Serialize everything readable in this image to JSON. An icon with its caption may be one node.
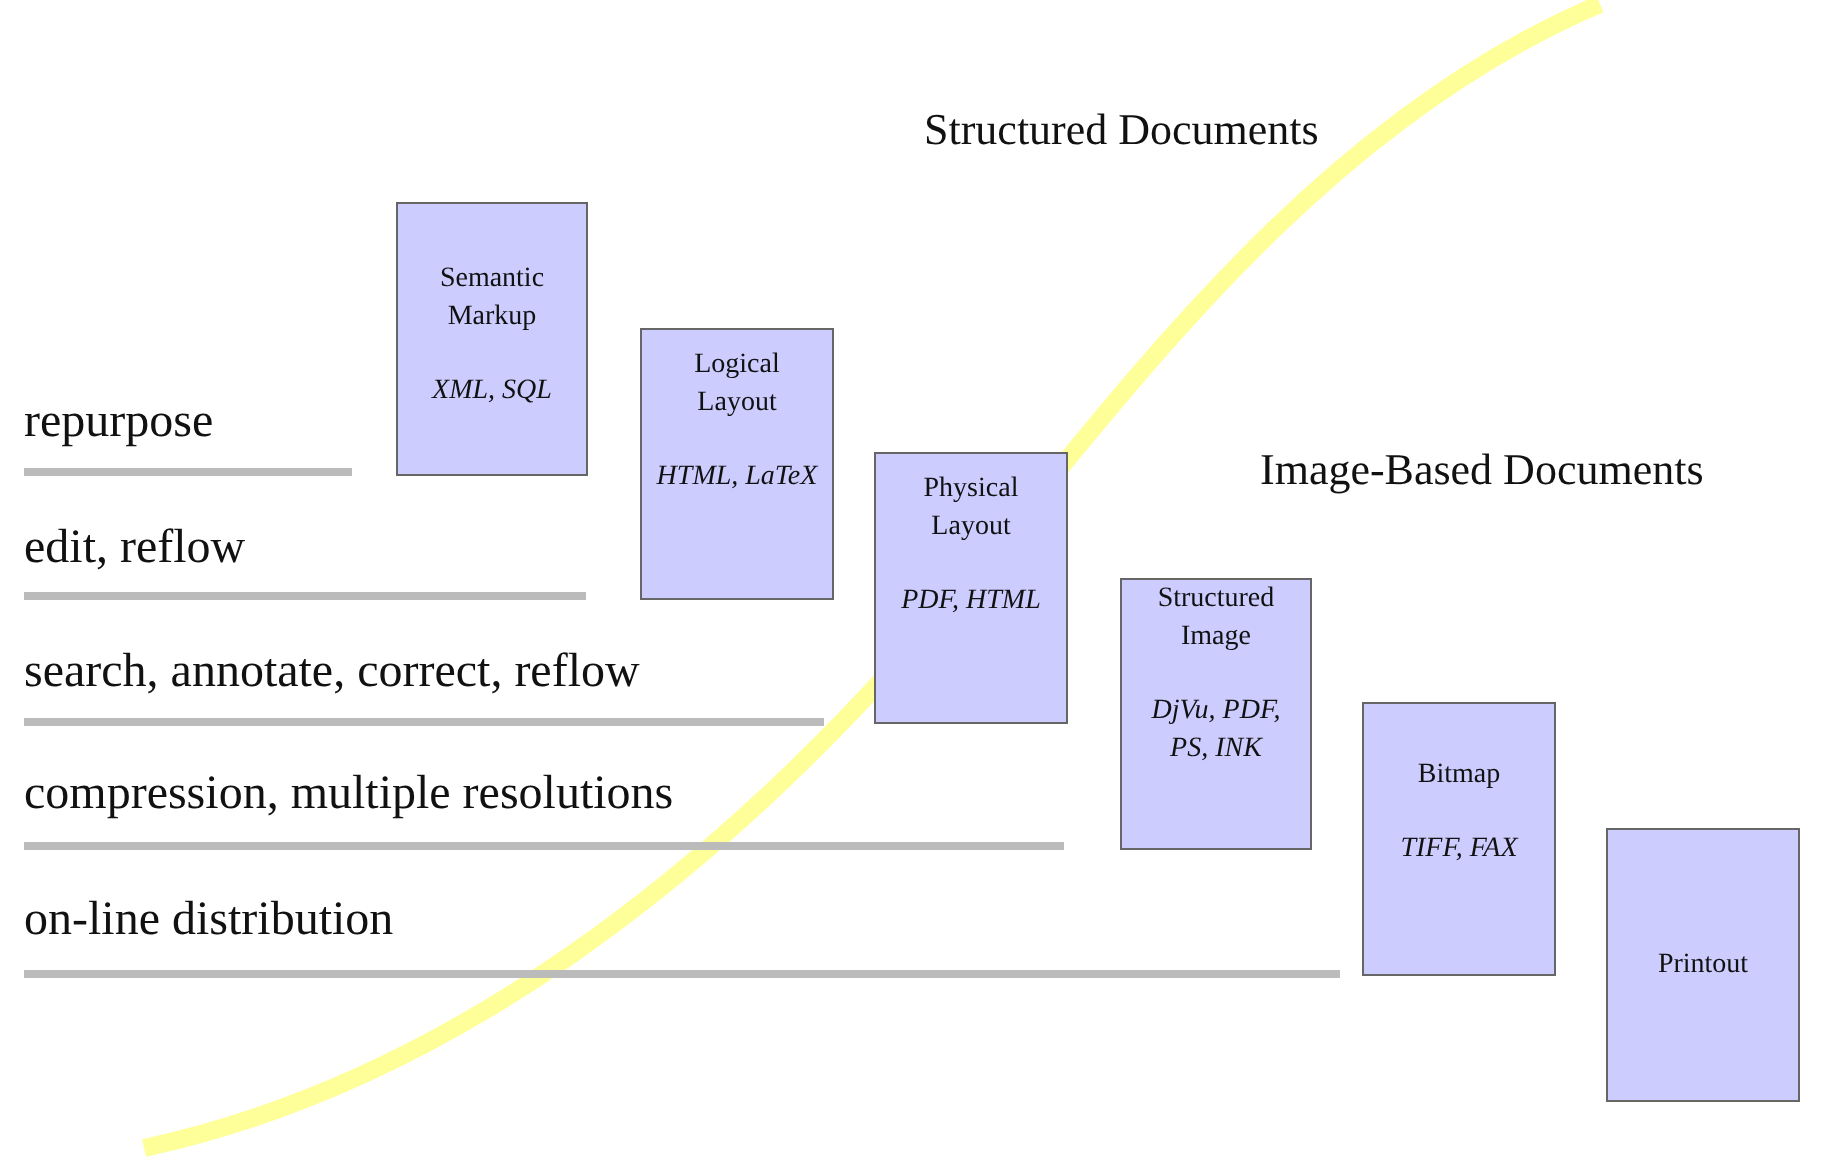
{
  "diagram": {
    "nodes": [
      {
        "text": [
          "Semantic Markup",
          "XML, SQL"
        ]
      },
      {
        "text": [
          "Logical Layout",
          "HTML, LaTeX"
        ]
      },
      {
        "text": [
          "Physical Layout",
          "PDF, HTML"
        ]
      },
      {
        "text": [
          "Structured Image",
          "DjVu, PDF, PS, INK"
        ]
      },
      {
        "text": [
          "Bitmap",
          "TIFF, FAX"
        ]
      },
      {
        "text": [
          "Printout"
        ]
      }
    ],
    "edges": [],
    "labels": [
      "Structured Documents",
      "repurpose",
      "Image-Based Documents",
      "edit, reflow",
      "search, annotate, correct, reflow",
      "compression, multiple resolutions",
      "on-line distribution"
    ]
  }
}
